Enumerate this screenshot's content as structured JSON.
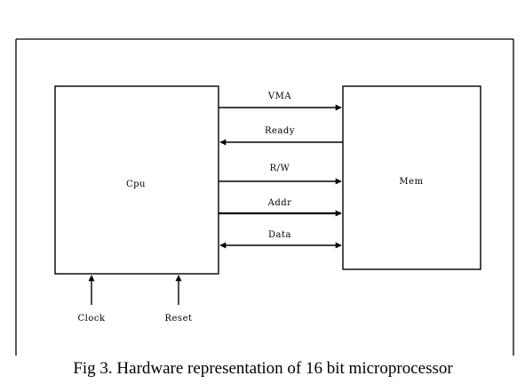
{
  "blocks": {
    "cpu": "Cpu",
    "mem": "Mem"
  },
  "signals": {
    "vma": "VMA",
    "ready": "Ready",
    "rw": "R/W",
    "addr": "Addr",
    "data": "Data"
  },
  "inputs": {
    "clock": "Clock",
    "reset": "Reset"
  },
  "caption": "Fig 3. Hardware representation of 16 bit microprocessor"
}
